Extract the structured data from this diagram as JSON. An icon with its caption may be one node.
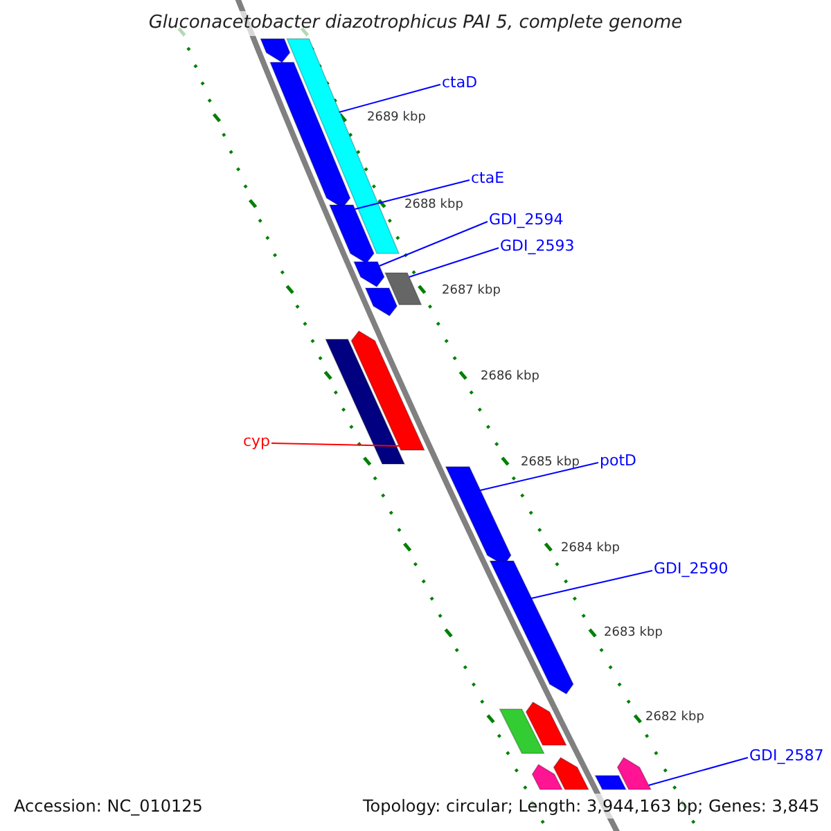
{
  "diagram": {
    "title": "Gluconacetobacter diazotrophicus PAI 5, complete genome",
    "nodes": [
      {
        "text": [
          "ctaD"
        ]
      },
      {
        "text": [
          "ctaE"
        ]
      },
      {
        "text": [
          "GDI_2594"
        ]
      },
      {
        "text": [
          "GDI_2593"
        ]
      },
      {
        "text": [
          "cyp"
        ]
      },
      {
        "text": [
          "potD"
        ]
      },
      {
        "text": [
          "GDI_2590"
        ]
      },
      {
        "text": [
          "GDI_2587"
        ]
      },
      {
        "text": [],
        "shape": "bar"
      },
      {
        "text": [],
        "shape": "bar"
      },
      {
        "text": [],
        "shape": "bar"
      },
      {
        "text": [],
        "shape": "bar"
      },
      {
        "text": [],
        "shape": "bar"
      },
      {
        "text": [],
        "shape": "bar"
      },
      {
        "text": [],
        "shape": "bar"
      },
      {
        "text": [],
        "shape": "bar"
      },
      {
        "text": [],
        "shape": "bar"
      },
      {
        "text": [],
        "shape": "bar"
      },
      {
        "text": [],
        "shape": "bar"
      },
      {
        "text": [],
        "shape": "bar"
      },
      {
        "text": [],
        "shape": "bar"
      },
      {
        "text": [],
        "shape": "bar"
      },
      {
        "text": [],
        "shape": "bar"
      },
      {
        "text": [],
        "shape": "bar"
      },
      {
        "text": [],
        "shape": "bar"
      }
    ],
    "edges": [
      {
        "from": 0,
        "to": 9,
        "arrow": "none"
      },
      {
        "from": 1,
        "to": 11,
        "arrow": "none"
      },
      {
        "from": 2,
        "to": 12,
        "arrow": "none"
      },
      {
        "from": 3,
        "to": 13,
        "arrow": "none"
      },
      {
        "from": 4,
        "to": 15,
        "arrow": "none",
        "color": "#ff0000"
      },
      {
        "from": 5,
        "to": 17,
        "arrow": "none"
      },
      {
        "from": 6,
        "to": 18,
        "arrow": "none"
      },
      {
        "from": 7,
        "to": 22,
        "arrow": "none"
      }
    ],
    "labels": [
      "2689 kbp",
      "2688 kbp",
      "2687 kbp",
      "2686 kbp",
      "2685 kbp",
      "2684 kbp",
      "2683 kbp",
      "2682 kbp",
      "Accession: NC_010125",
      "Topology: circular; Length: 3,944,163 bp; Genes: 3,845"
    ]
  }
}
